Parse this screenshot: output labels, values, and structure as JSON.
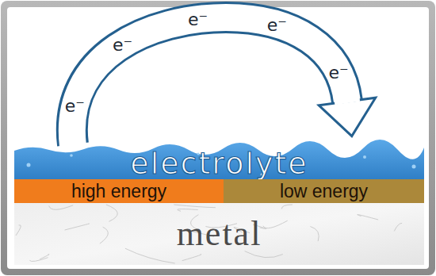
{
  "diagram": {
    "nodes": [
      {
        "text": [
          "electrolyte"
        ]
      },
      {
        "text": [
          "high energy"
        ]
      },
      {
        "text": [
          "low energy"
        ]
      },
      {
        "text": [
          "metal"
        ]
      }
    ],
    "labels": [
      "e⁻",
      "e⁻",
      "e⁻",
      "e⁻",
      "e⁻"
    ]
  }
}
